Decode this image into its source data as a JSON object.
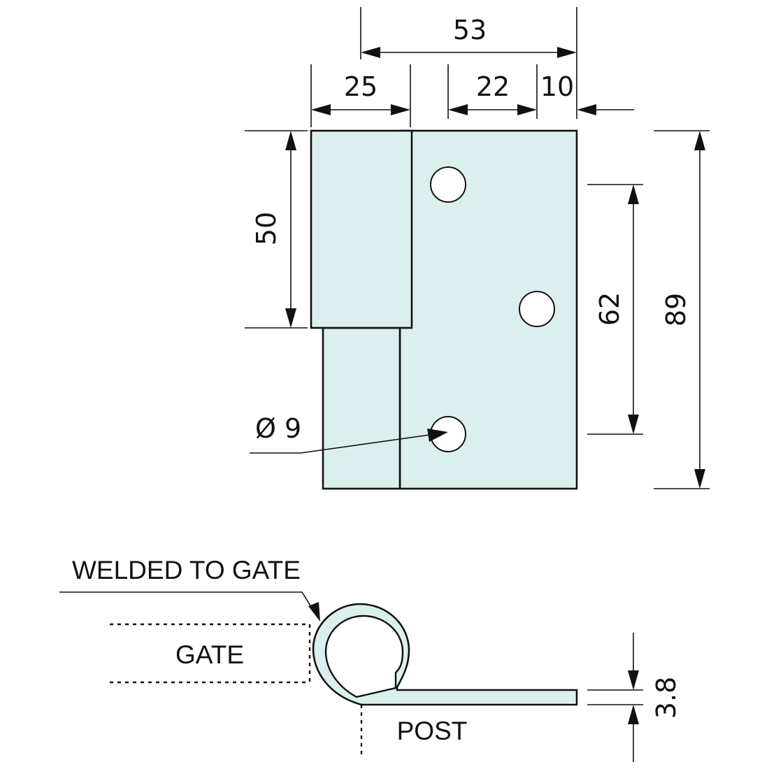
{
  "colors": {
    "fill": "#dcefef",
    "line": "#111111",
    "background": "#ffffff"
  },
  "dimensions": {
    "overall_width": "53",
    "leaf_width": "25",
    "hole_spacing": "22",
    "edge_offset": "10",
    "leaf_height": "50",
    "hole_pitch": "62",
    "overall_height": "89",
    "hole_diameter": "Ø 9",
    "thickness": "3.8"
  },
  "labels": {
    "welded": "WELDED TO GATE",
    "gate": "GATE",
    "post": "POST"
  }
}
